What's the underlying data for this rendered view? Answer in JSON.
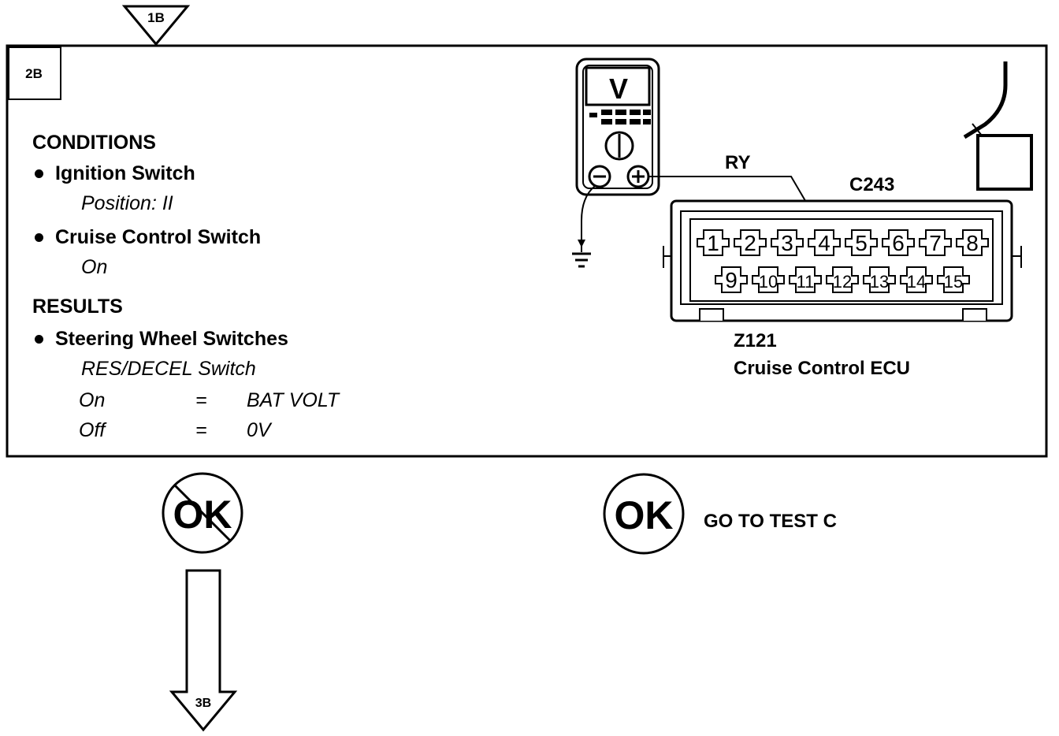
{
  "flow": {
    "entry_tag": "1B",
    "step_tag": "2B",
    "exit_tag": "3B"
  },
  "conditions": {
    "heading": "CONDITIONS",
    "items": [
      {
        "label": "Ignition Switch",
        "detail": "Position: II"
      },
      {
        "label": "Cruise Control Switch",
        "detail": "On"
      }
    ]
  },
  "results": {
    "heading": "RESULTS",
    "item_label": "Steering Wheel Switches",
    "item_detail": "RES/DECEL Switch",
    "rows": [
      {
        "state": "On",
        "eq": "=",
        "value": "BAT VOLT"
      },
      {
        "state": "Off",
        "eq": "=",
        "value": "0V"
      }
    ]
  },
  "meter": {
    "display": "V",
    "negative_symbol": "⊖",
    "positive_symbol": "⊕"
  },
  "wire_color": "RY",
  "connector": {
    "id": "C243",
    "module_id": "Z121",
    "module_name": "Cruise Control ECU",
    "top_pins": [
      "1",
      "2",
      "3",
      "4",
      "5",
      "6",
      "7",
      "8"
    ],
    "bottom_pins": [
      "9",
      "10",
      "11",
      "12",
      "13",
      "14",
      "15"
    ]
  },
  "outcomes": {
    "not_ok_label": "OK",
    "ok_label": "OK",
    "ok_action": "GO TO TEST C"
  }
}
